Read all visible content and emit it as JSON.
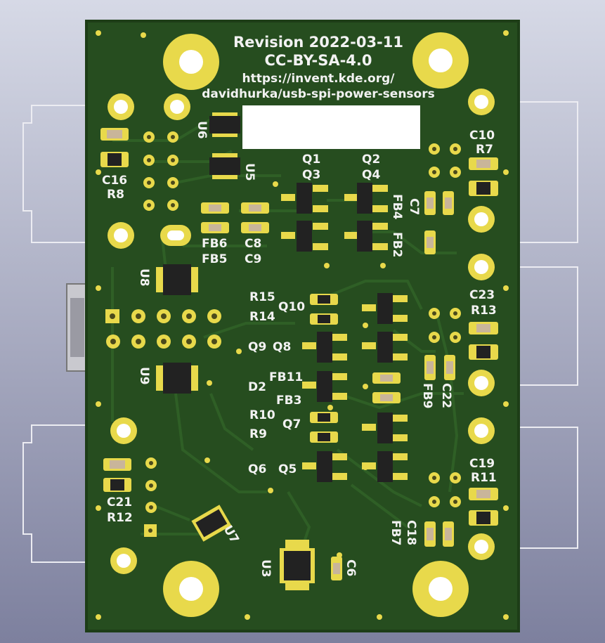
{
  "board": {
    "header": {
      "revision": "Revision 2022-03-11",
      "license": "CC-BY-SA-4.0",
      "url_line1": "https://invent.kde.org/",
      "url_line2": "davidhurka/usb-spi-power-sensors"
    },
    "labels": {
      "U6": "U6",
      "U5": "U5",
      "U8": "U8",
      "U9": "U9",
      "U7": "U7",
      "U3": "U3",
      "C16": "C16",
      "R8": "R8",
      "Q1": "Q1",
      "Q3": "Q3",
      "Q2": "Q2",
      "Q4": "Q4",
      "C10": "C10",
      "R7": "R7",
      "FB4": "FB4",
      "C7": "C7",
      "FB2": "FB2",
      "FB6": "FB6",
      "C8": "C8",
      "FB5": "FB5",
      "C9": "C9",
      "R15": "R15",
      "Q10": "Q10",
      "R14": "R14",
      "C23": "C23",
      "R13": "R13",
      "Q9": "Q9",
      "Q8": "Q8",
      "D2": "D2",
      "FB11": "FB11",
      "FB3": "FB3",
      "FB9": "FB9",
      "C22": "C22",
      "R10": "R10",
      "Q7": "Q7",
      "R9": "R9",
      "Q6": "Q6",
      "Q5": "Q5",
      "C19": "C19",
      "R11": "R11",
      "C21": "C21",
      "R12": "R12",
      "C18": "C18",
      "FB7": "FB7",
      "C6": "C6"
    },
    "colors": {
      "pcb": "#264d1f",
      "pcb_edge": "#1d3d17",
      "trace": "#2f5f26",
      "pad": "#e8d94b",
      "silk": "#f2f2f2",
      "connector": "#e9e9ef"
    }
  }
}
